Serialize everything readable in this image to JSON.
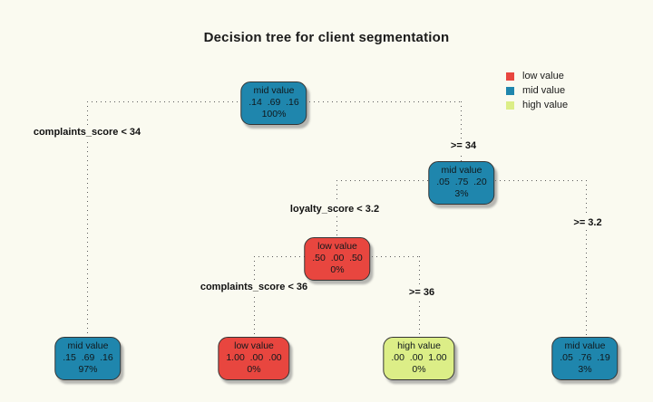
{
  "title": "Decision tree for client segmentation",
  "colors": {
    "background": "#fafaf0",
    "low": "#e8463f",
    "mid": "#1f86ad",
    "high": "#dcee87"
  },
  "legend": {
    "items": [
      {
        "label": "low value"
      },
      {
        "label": "mid value"
      },
      {
        "label": "high value"
      }
    ]
  },
  "nodes": {
    "root": {
      "label": "mid value",
      "probs": ".14  .69  .16",
      "pct": "100%"
    },
    "ge34": {
      "label": "mid value",
      "probs": ".05  .75  .20",
      "pct": "3%"
    },
    "loy": {
      "label": "low value",
      "probs": ".50  .00  .50",
      "pct": "0%"
    },
    "leaf1": {
      "label": "mid value",
      "probs": ".15  .69  .16",
      "pct": "97%"
    },
    "leaf2": {
      "label": "low value",
      "probs": "1.00  .00  .00",
      "pct": "0%"
    },
    "leaf3": {
      "label": "high value",
      "probs": ".00  .00  1.00",
      "pct": "0%"
    },
    "leaf4": {
      "label": "mid value",
      "probs": ".05  .76  .19",
      "pct": "3%"
    }
  },
  "edge_labels": {
    "complaints_lt_34": "complaints_score < 34",
    "ge_34": ">= 34",
    "loyalty_lt_3_2": "loyalty_score < 3.2",
    "ge_3_2": ">= 3.2",
    "complaints_lt_36": "complaints_score < 36",
    "ge_36": ">= 36"
  }
}
